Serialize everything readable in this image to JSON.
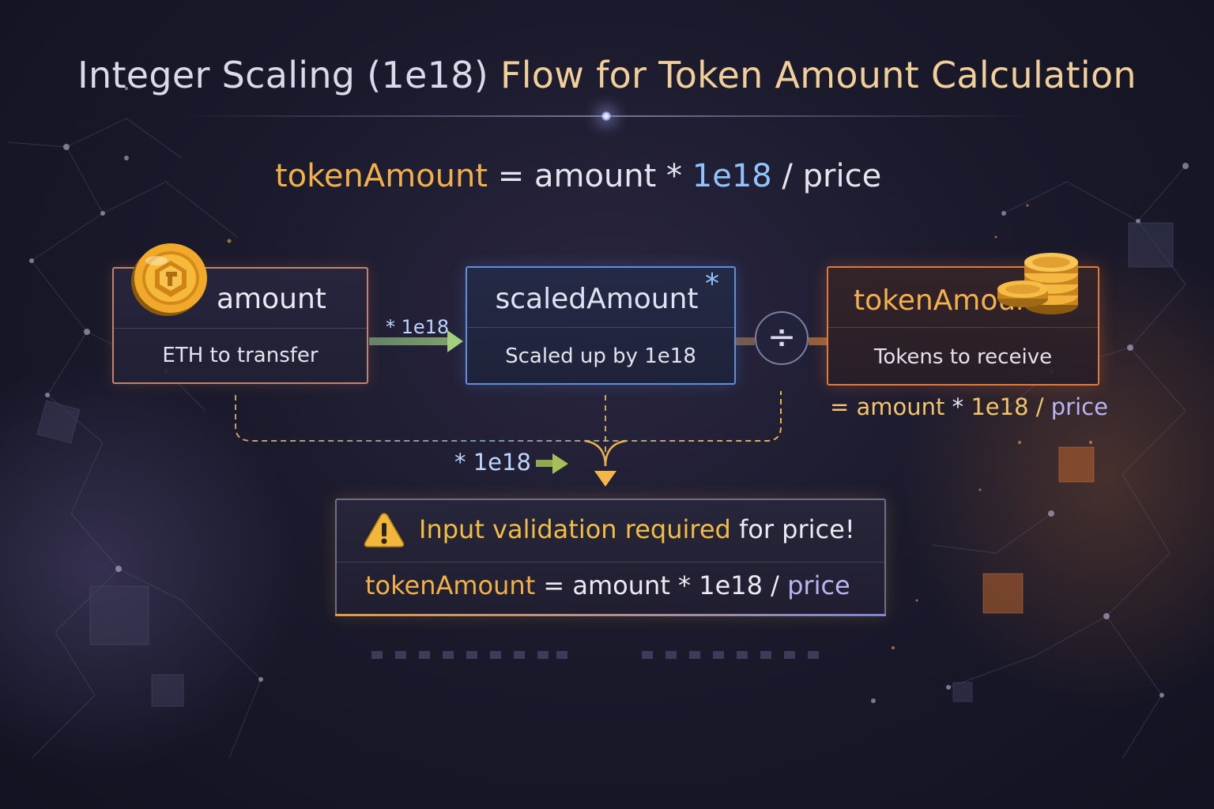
{
  "title": {
    "part1": "Integer Scaling (1e18)",
    "part2": " Flow for Token Amount Calculation"
  },
  "formula": {
    "lhs": "tokenAmount",
    "eq": " = amount ",
    "op": "*",
    "factor": " 1e18",
    "rest": " / price"
  },
  "nodes": {
    "amount": {
      "label": "amount",
      "sub": "ETH to transfer"
    },
    "scaled": {
      "label": "scaledAmount",
      "sub": "Scaled up by 1e18",
      "mark": "*"
    },
    "token": {
      "label": "tokenAmount",
      "sub": "Tokens to receive"
    }
  },
  "edges": {
    "multiply_label": "* 1e18",
    "divide_symbol": "÷",
    "lower_label": "* 1e18"
  },
  "result": {
    "eq": "= amount ",
    "op": "*",
    "factor": " 1e18 / ",
    "price": "price"
  },
  "warning": {
    "highlight": "Input validation required",
    "rest": " for price!",
    "formula_lhs": "tokenAmount",
    "formula_mid": " = amount ",
    "formula_op": "*",
    "formula_factor": " 1e18 / ",
    "formula_price": "price"
  },
  "colors": {
    "accent_orange": "#f2b04a",
    "accent_blue": "#8fc4ff",
    "warning_yellow": "#f1bd45",
    "background": "#1b1a2c"
  },
  "icons": [
    "coin-icon",
    "coin-stack-icon",
    "warning-icon",
    "divide-icon"
  ]
}
